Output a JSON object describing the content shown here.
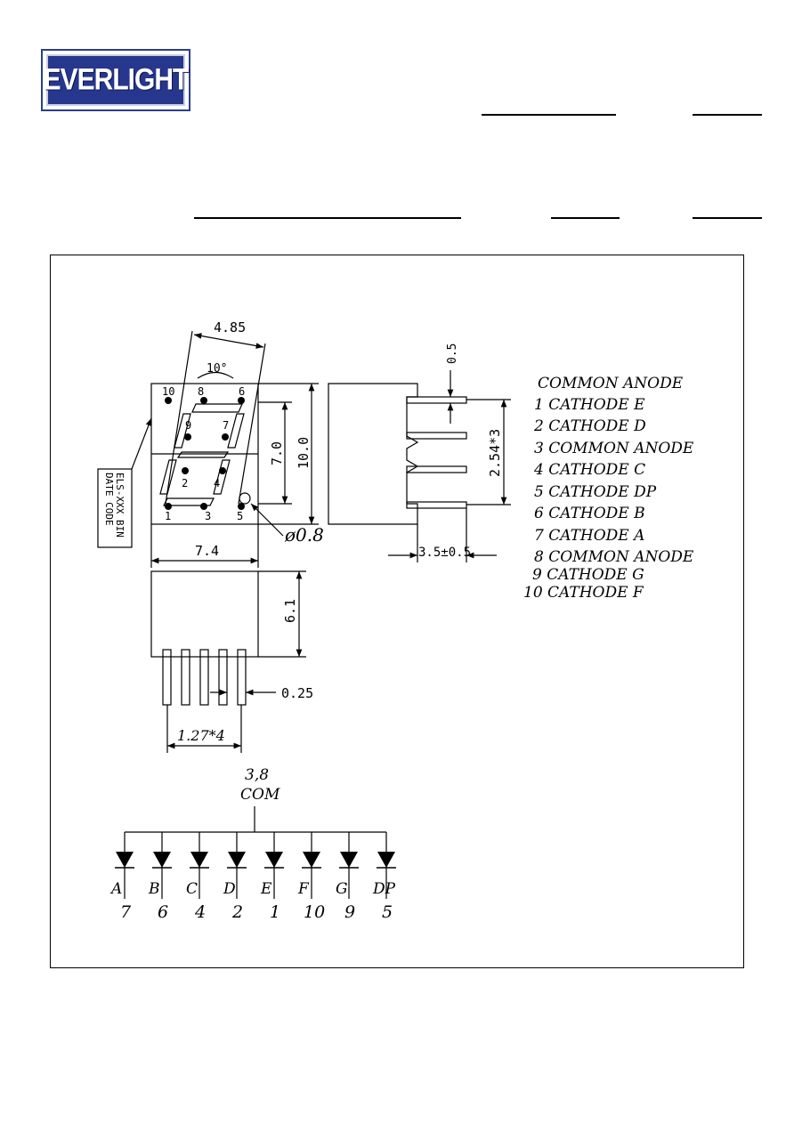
{
  "header": {
    "brand": "EVERLIGHT"
  },
  "colors": {
    "logo_blue": "#26378d",
    "line": "#000000"
  },
  "drawing": {
    "dims": {
      "width_top": "4.85",
      "angle": "10°",
      "height_inner": "7.0",
      "height_outer": "10.0",
      "width_bottom": "7.4",
      "hole_dia": "ø0.8",
      "side_depth": "6.1",
      "pin_width": "0.25",
      "pin_pitch": "1.27*4",
      "side_top": "0.5",
      "side_pitch": "2.54*3",
      "side_leg": "3.5±0.5"
    },
    "label_box": {
      "line1": "ELS-XXX BIN",
      "line2": "DATE CODE"
    },
    "front_pins": {
      "p10": "10",
      "p8": "8",
      "p6": "6",
      "p9": "9",
      "p7": "7",
      "p2": "2",
      "p4": "4",
      "p1": "1",
      "p3": "3",
      "p5": "5"
    }
  },
  "pin_list": {
    "title": "COMMON ANODE",
    "items": [
      "1  CATHODE  E",
      "2  CATHODE  D",
      "3  COMMON  ANODE",
      "4  CATHODE  C",
      "5  CATHODE  DP",
      "6  CATHODE  B",
      "7  CATHODE  A",
      "8  COMMON  ANODE",
      "9  CATHODE  G",
      "10  CATHODE  F"
    ]
  },
  "circuit": {
    "com_pins": "3,8",
    "com_label": "COM",
    "segments": [
      {
        "letter": "A",
        "pin": "7"
      },
      {
        "letter": "B",
        "pin": "6"
      },
      {
        "letter": "C",
        "pin": "4"
      },
      {
        "letter": "D",
        "pin": "2"
      },
      {
        "letter": "E",
        "pin": "1"
      },
      {
        "letter": "F",
        "pin": "10"
      },
      {
        "letter": "G",
        "pin": "9"
      },
      {
        "letter": "DP",
        "pin": "5"
      }
    ]
  }
}
